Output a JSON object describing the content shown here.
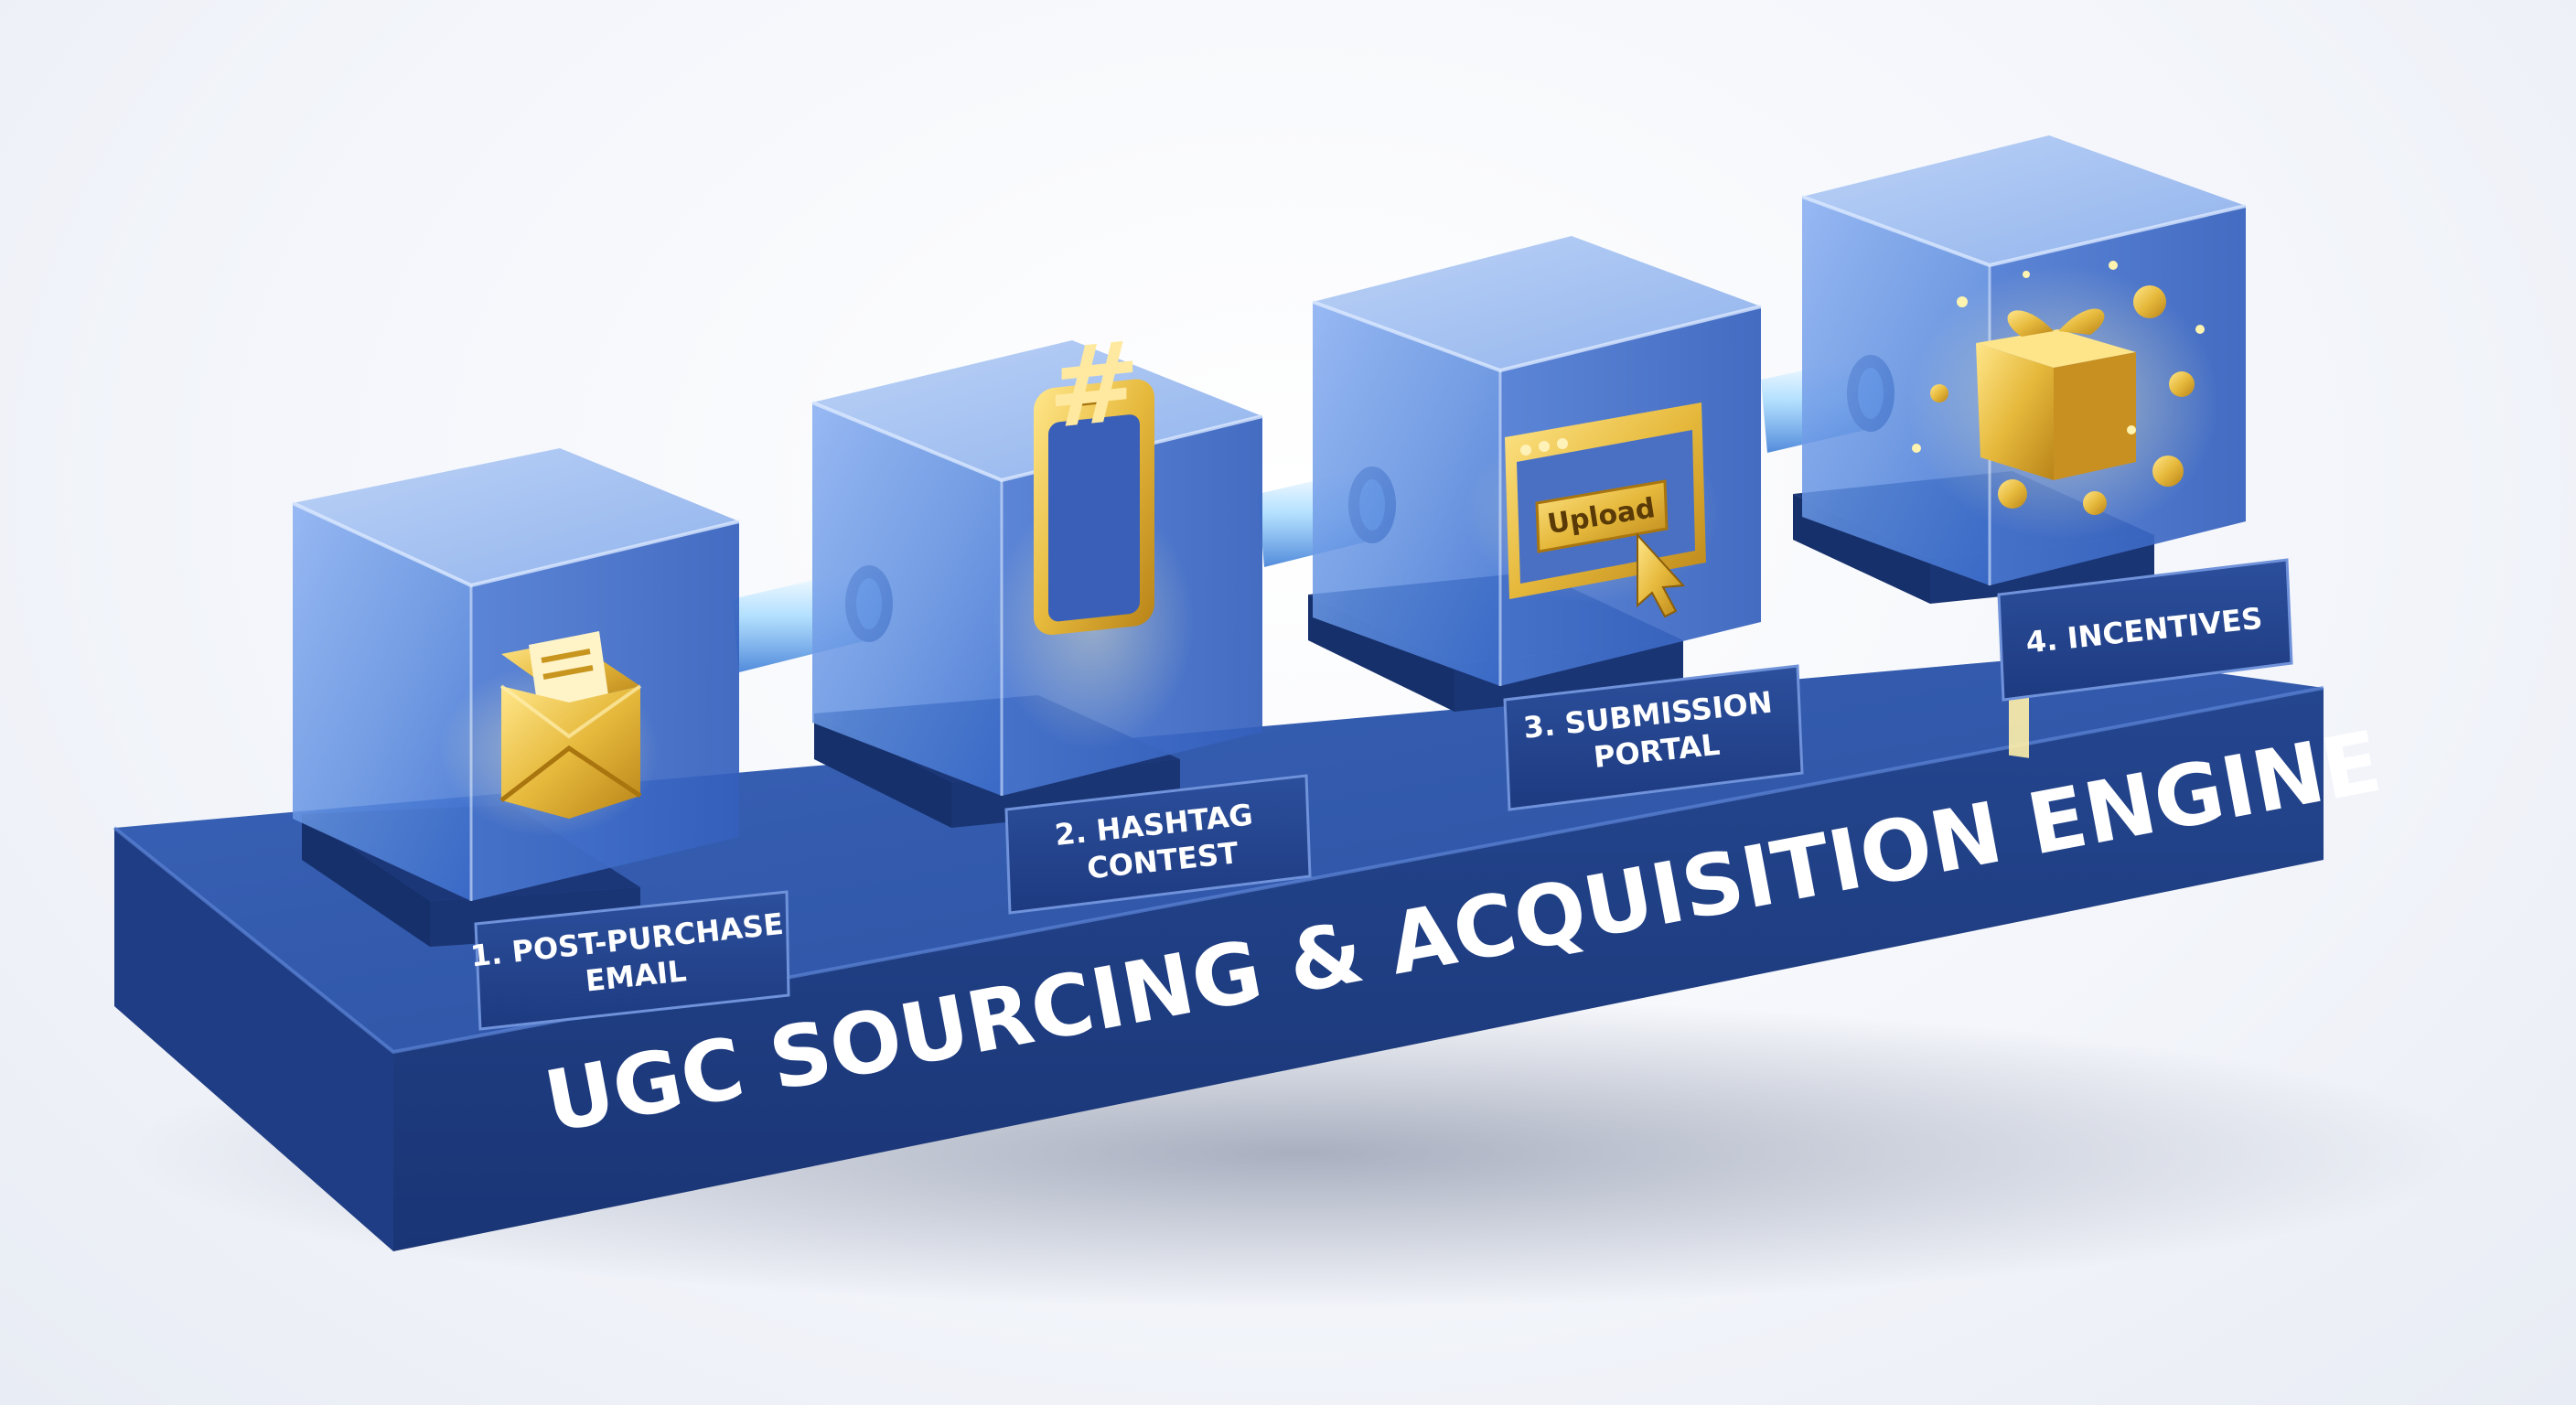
{
  "diagram": {
    "title": "UGC SOURCING & ACQUISITION ENGINE",
    "stages": [
      {
        "label_line1": "1. POST-PURCHASE",
        "label_line2": "EMAIL",
        "icon": "envelope-icon"
      },
      {
        "label_line1": "2. HASHTAG",
        "label_line2": "CONTEST",
        "icon": "hashtag-phone-icon"
      },
      {
        "label_line1": "3. SUBMISSION",
        "label_line2": "PORTAL",
        "icon": "upload-window-icon",
        "icon_text": "Upload"
      },
      {
        "label_line1": "4. INCENTIVES",
        "label_line2": "",
        "icon": "gift-coins-icon"
      }
    ],
    "colors": {
      "base_top": "#2f56a8",
      "base_front": "#22428c",
      "cube_glass": "#5f8fe0",
      "gold": "#e6b93c",
      "accent_glow": "#8fd0ff"
    }
  }
}
